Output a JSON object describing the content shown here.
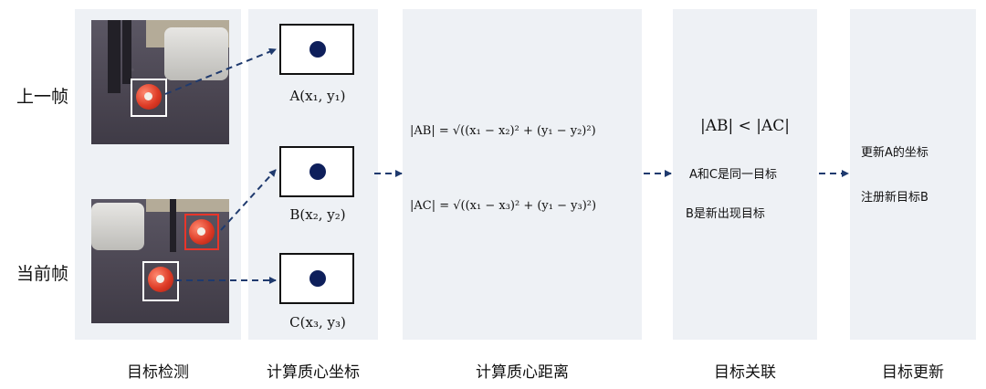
{
  "rows": {
    "previous_frame": "上一帧",
    "current_frame": "当前帧"
  },
  "frames": [
    {
      "id": "A",
      "label": "A(x₁, y₁)"
    },
    {
      "id": "B",
      "label": "B(x₂, y₂)"
    },
    {
      "id": "C",
      "label": "C(x₃, y₃)"
    }
  ],
  "formulas": {
    "ab": "|AB| = √((x₁ − x₂)² + (y₁ − y₂)²)",
    "ac": "|AC| = √((x₁ − x₃)² + (y₁ − y₃)²)"
  },
  "association": {
    "inequality": "|AB| < |AC|",
    "line1": "A和C是同一目标",
    "line2": "B是新出现目标"
  },
  "update": {
    "line1": "更新A的坐标",
    "line2": "注册新目标B"
  },
  "columns": [
    "目标检测",
    "计算质心坐标",
    "计算质心距离",
    "目标关联",
    "目标更新"
  ],
  "colors": {
    "panel": "#eef1f5",
    "arrow": "#1f3a6e",
    "dot": "#0e1f5b",
    "box_red": "#e8352a"
  }
}
